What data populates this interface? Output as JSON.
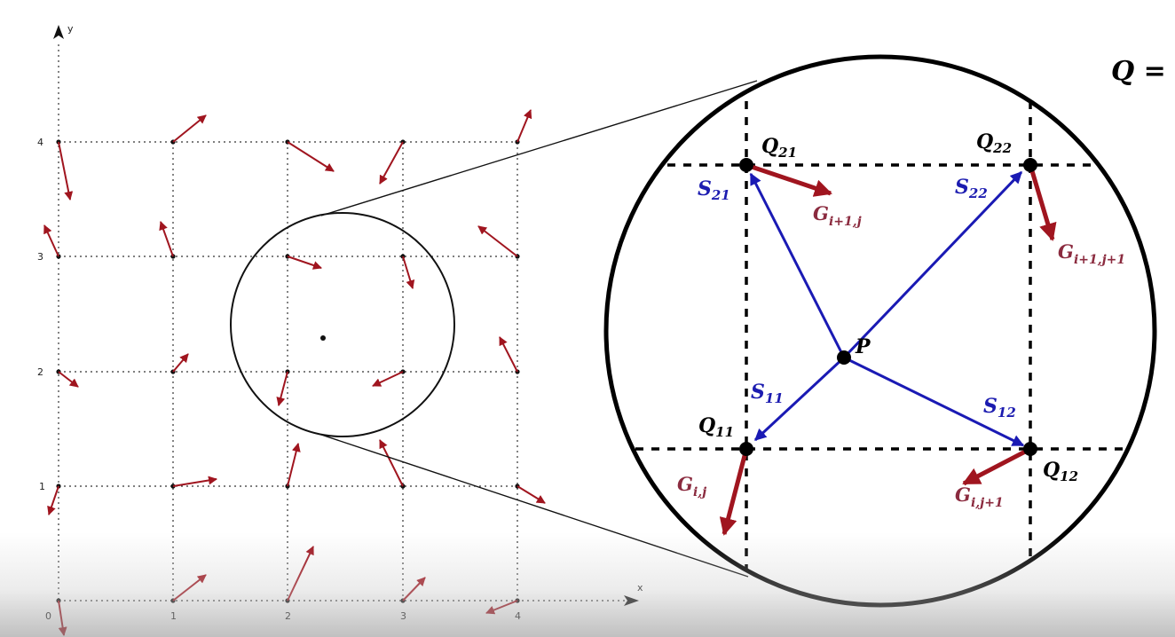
{
  "axes": {
    "x_label": "x",
    "y_label": "y",
    "x_ticks": [
      "0",
      "1",
      "2",
      "3",
      "4"
    ],
    "y_ticks": [
      "1",
      "2",
      "3",
      "4"
    ]
  },
  "equation_prefix": "Q =",
  "zoom": {
    "points": [
      {
        "name": "Q",
        "sub": "21"
      },
      {
        "name": "Q",
        "sub": "22"
      },
      {
        "name": "Q",
        "sub": "11"
      },
      {
        "name": "Q",
        "sub": "12"
      },
      {
        "name": "P",
        "sub": ""
      }
    ],
    "vectors": [
      {
        "name": "S",
        "sub": "21"
      },
      {
        "name": "S",
        "sub": "22"
      },
      {
        "name": "S",
        "sub": "11"
      },
      {
        "name": "S",
        "sub": "12"
      }
    ],
    "gradients": [
      {
        "name": "G",
        "sub": "i+1,j"
      },
      {
        "name": "G",
        "sub": "i+1,j+1"
      },
      {
        "name": "G",
        "sub": "i,j"
      },
      {
        "name": "G",
        "sub": "i,j+1"
      }
    ]
  },
  "colors": {
    "gradient": "#a0151f",
    "vector": "#1a1ab4",
    "gradient_label": "#8b2b3f",
    "vector_label": "#1c1cb0"
  }
}
